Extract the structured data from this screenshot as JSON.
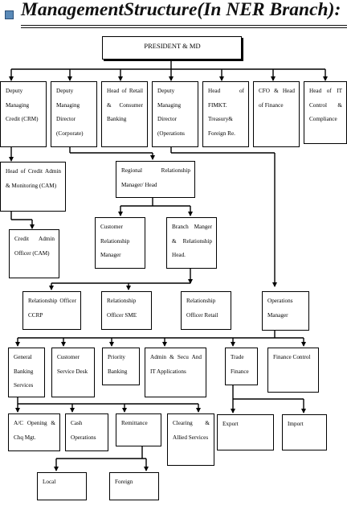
{
  "title": "ManagementStructure(In NER Branch):",
  "boxes": {
    "president": "PRESIDENT & MD",
    "dmd_credit": "Deputy Managing Credit (CRM)",
    "dmd_corporate": "Deputy Managing Director (Corporate)",
    "head_retail": "Head of Retail & Consumer Banking",
    "dmd_operations": "Deputy Managing Director (Operations",
    "head_fimkt": "Head of FIMKT. Treasury& Foreign Re.",
    "cfo": "CFO & Head of Finance",
    "head_it": "Head of IT Control & Compliance",
    "head_cam": "Head of Credit Admin & Monitoring (CAM)",
    "regional_rm": "Regional Relationship Manager/ Head",
    "cam_officer": "Credit Admin Officer (CAM)",
    "customer_rm": "Customer Relationship Manager",
    "branch_manager": "Branch Manger & Relationship Head.",
    "ro_ccrp": "Relationship Officer CCRP",
    "ro_sme": "Relationship Officer SME",
    "ro_retail": "Relationship Officer Retail",
    "ops_manager": "Operations Manager",
    "general_banking": "General Banking Services",
    "customer_service": "Customer Service Desk",
    "priority_banking": "Priority Banking",
    "admin_secu": "Admin & Secu And IT Applications",
    "trade_finance": "Trade Finance",
    "finance_control": "Finance Control",
    "ac_opening": "A/C Opening & Chq Mgt.",
    "cash_operations": "Cash Operations",
    "remittance": "Remittance",
    "clearing": "Clearing & Allied Services",
    "export": "Export",
    "import": "Import",
    "local": "Local",
    "foreign": "Foreign"
  }
}
